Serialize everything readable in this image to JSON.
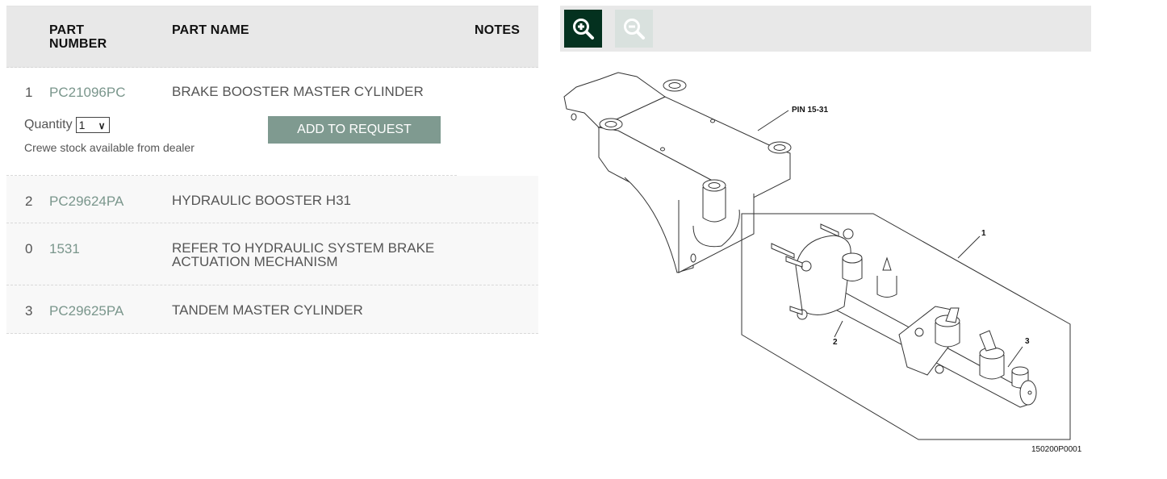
{
  "table": {
    "headers": {
      "part_number": "PART\nNUMBER",
      "part_number_line1": "PART",
      "part_number_line2": "NUMBER",
      "part_name": "PART NAME",
      "notes": "NOTES"
    },
    "rows": [
      {
        "index": "1",
        "part_number": "PC21096PC",
        "part_name": "BRAKE BOOSTER MASTER CYLINDER",
        "expanded": true,
        "quantity_label": "Quantity",
        "quantity_value": "1",
        "add_button_label": "ADD TO REQUEST",
        "stock_text": "Crewe stock available from dealer"
      },
      {
        "index": "2",
        "part_number": "PC29624PA",
        "part_name": "HYDRAULIC BOOSTER H31"
      },
      {
        "index": "0",
        "part_number": "1531",
        "part_name": "REFER TO HYDRAULIC SYSTEM BRAKE ACTUATION MECHANISM"
      },
      {
        "index": "3",
        "part_number": "PC29625PA",
        "part_name": "TANDEM MASTER CYLINDER"
      }
    ]
  },
  "diagram": {
    "toolbar": {
      "zoom_in_icon": "zoom-in-icon",
      "zoom_out_icon": "zoom-out-icon",
      "zoom_in_color": "#04311f",
      "zoom_out_color": "#d9e1de"
    },
    "callouts": {
      "pin": "PIN 15-31",
      "c1": "1",
      "c2": "2",
      "c3": "3"
    },
    "figure_id": "150200P0001"
  },
  "colors": {
    "header_bg": "#e8e8e8",
    "row_bg": "#f8f8f8",
    "part_number_link": "#7a968c",
    "button_bg": "#7f9a90",
    "text": "#555555"
  }
}
